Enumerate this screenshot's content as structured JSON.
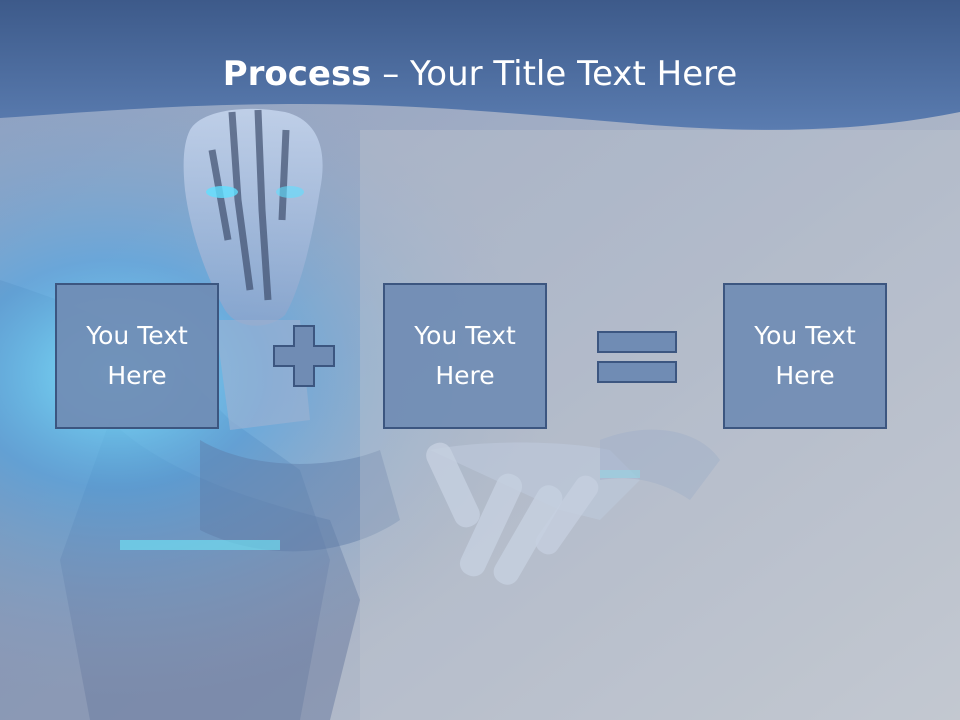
{
  "slide": {
    "title_bold": "Process",
    "title_rest": " – Your Title Text Here",
    "boxes": [
      {
        "text": "You Text Here"
      },
      {
        "text": "You Text Here"
      },
      {
        "text": "You Text Here"
      }
    ],
    "operators": [
      "plus-icon",
      "equals-icon"
    ],
    "colors": {
      "header": "#4a6a9c",
      "box_fill": "#708cb4",
      "box_border": "#3c5680",
      "background": "#b9c0cc"
    }
  }
}
